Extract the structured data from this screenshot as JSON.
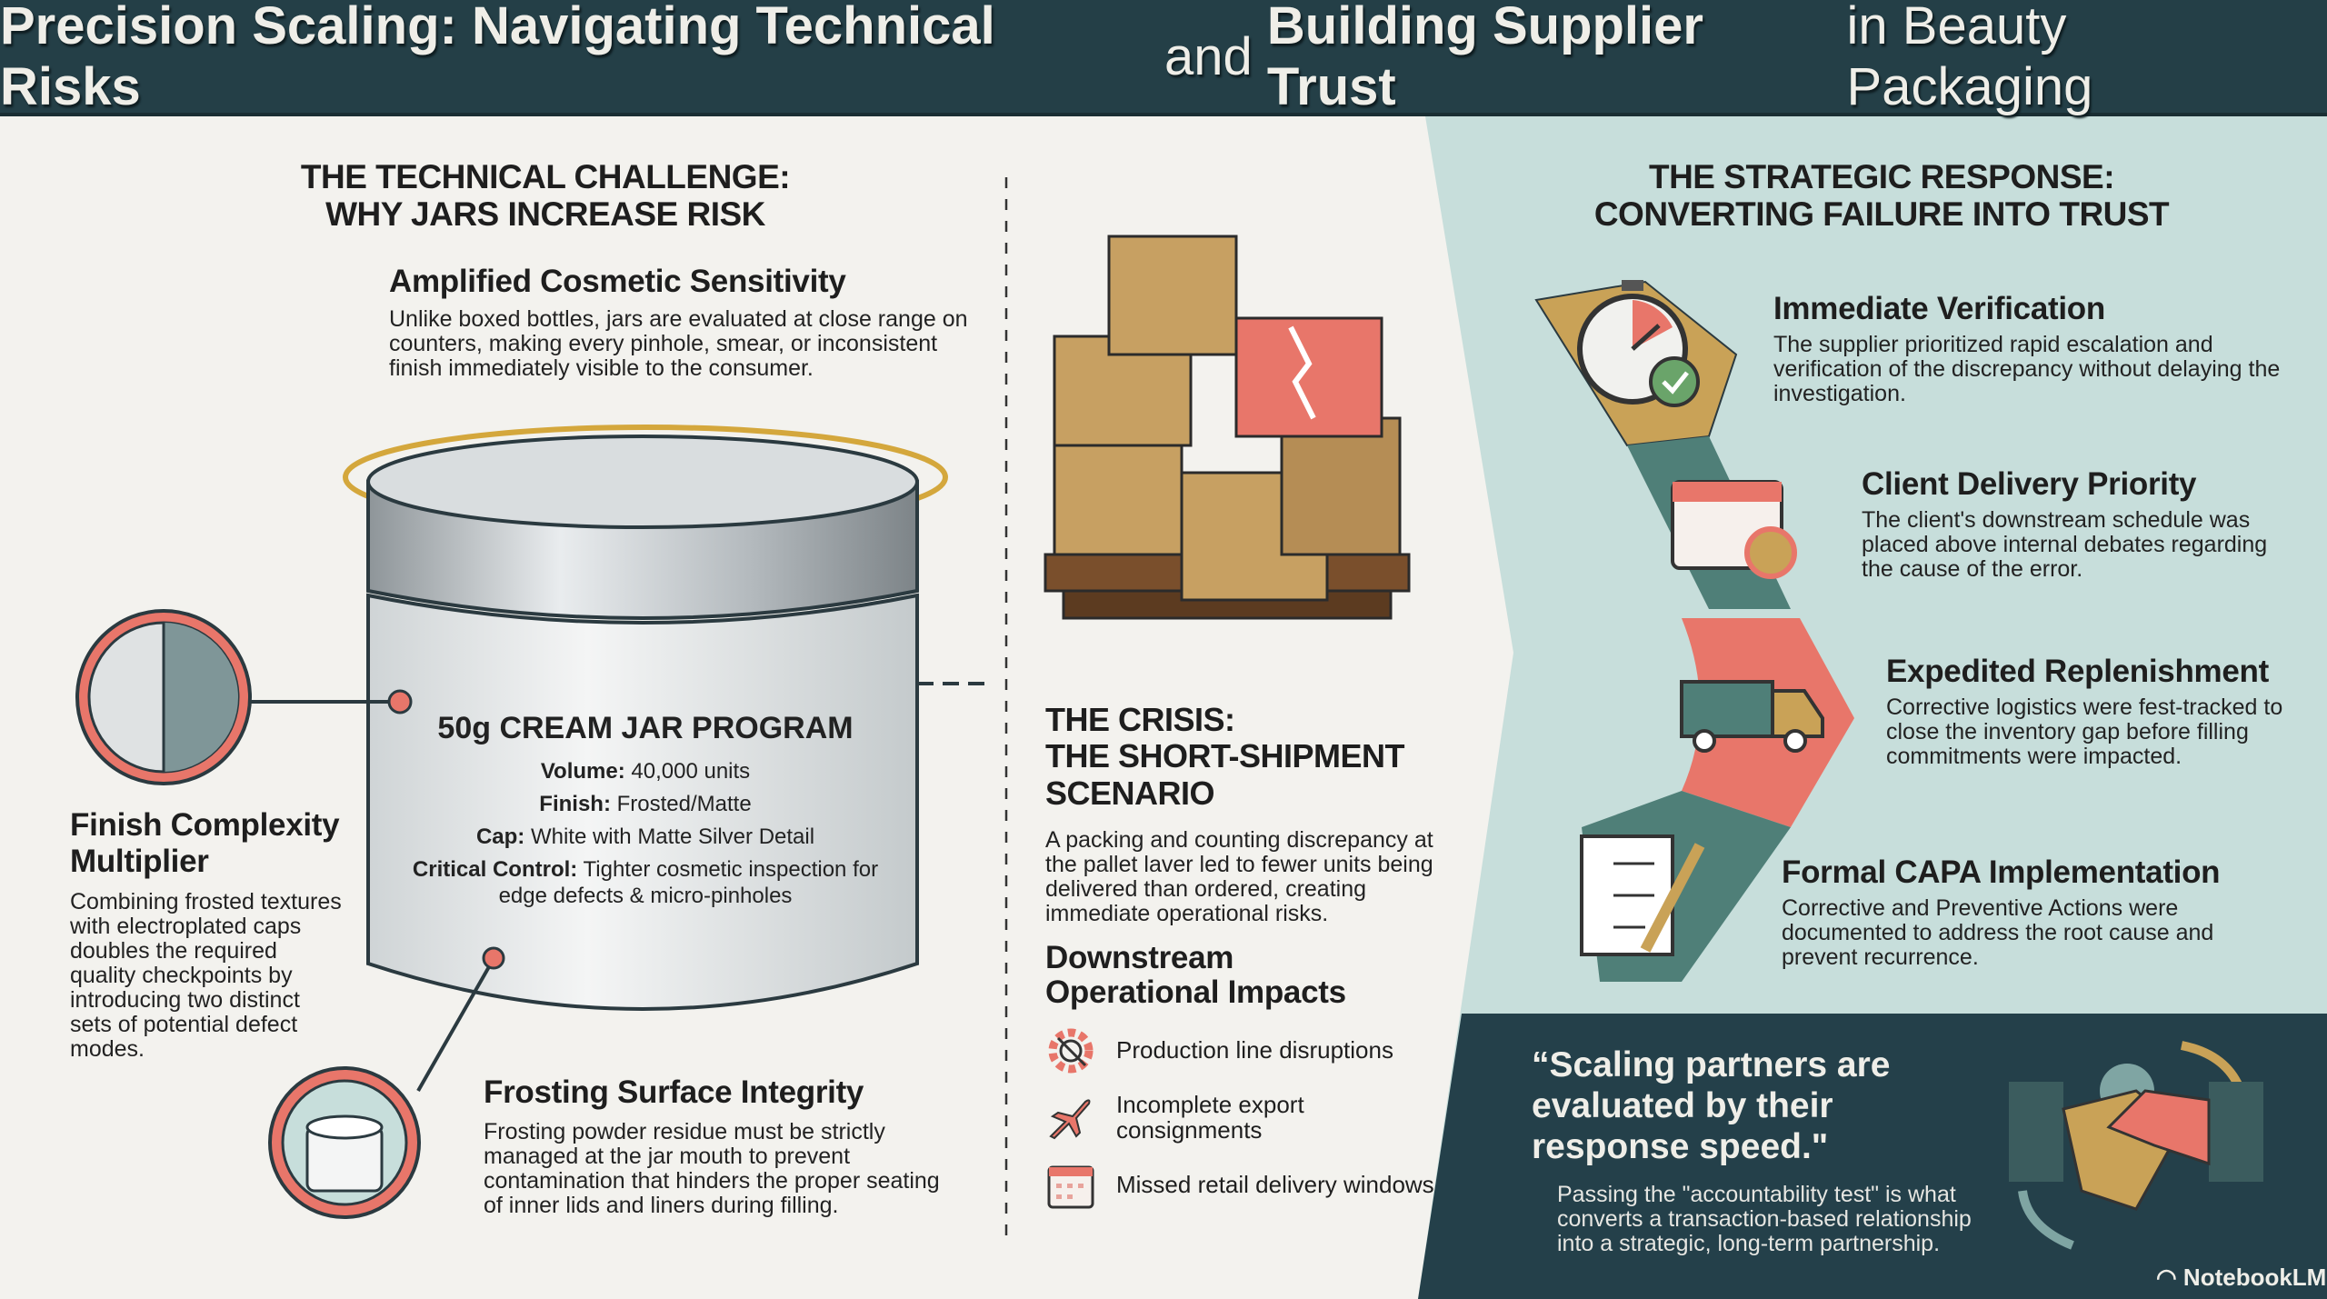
{
  "header": {
    "title_parts": [
      {
        "text": "Precision Scaling: Navigating Technical Risks",
        "bold": true
      },
      {
        "text": " and ",
        "bold": false
      },
      {
        "text": "Building Supplier Trust",
        "bold": true
      },
      {
        "text": " in Beauty Packaging",
        "bold": false
      }
    ]
  },
  "technical": {
    "heading_line1": "THE TECHNICAL CHALLENGE:",
    "heading_line2": "WHY JARS INCREASE RISK",
    "amplified": {
      "title": "Amplified Cosmetic Sensitivity",
      "body": "Unlike boxed bottles, jars are evaluated at close range on counters, making every pinhole, smear, or inconsistent finish immediately visible to the consumer."
    },
    "finish": {
      "title": "Finish Complexity Multiplier",
      "body": "Combining frosted textures with electroplated caps doubles the required quality checkpoints by introducing two distinct sets of potential defect modes."
    },
    "frosting": {
      "title": "Frosting Surface Integrity",
      "body": "Frosting powder residue must be strictly managed at the jar mouth to prevent contamination that hinders the proper seating of inner lids and liners during filling."
    },
    "jar_label": {
      "title": "50g CREAM JAR PROGRAM",
      "volume_label": "Volume:",
      "volume_value": "40,000 units",
      "finish_label": "Finish:",
      "finish_value": "Frosted/Matte",
      "cap_label": "Cap:",
      "cap_value": "White with Matte Silver Detail",
      "control_label": "Critical Control:",
      "control_value": "Tighter cosmetic inspection for edge defects & micro-pinholes"
    }
  },
  "crisis": {
    "heading_line1": "THE CRISIS:",
    "heading_line2": "THE SHORT-SHIPMENT",
    "heading_line3": "SCENARIO",
    "body": "A packing and counting discrepancy at the pallet laver led to fewer units being delivered than ordered, creating immediate operational risks.",
    "impacts_title_line1": "Downstream",
    "impacts_title_line2": "Operational Impacts",
    "impacts": [
      {
        "icon": "broken-gear-icon",
        "label": "Production line disruptions"
      },
      {
        "icon": "airplane-icon",
        "label": "Incomplete export consignments"
      },
      {
        "icon": "calendar-icon",
        "label": "Missed retail delivery windows"
      }
    ]
  },
  "response": {
    "heading_line1": "THE STRATEGIC RESPONSE:",
    "heading_line2": "CONVERTING FAILURE INTO TRUST",
    "steps": [
      {
        "icon": "stopwatch-icon",
        "title": "Immediate Verification",
        "body": "The supplier prioritized rapid escalation and verification of the discrepancy without delaying the investigation."
      },
      {
        "icon": "calendar-check-icon",
        "title": "Client Delivery Priority",
        "body": "The client's downstream schedule was placed above internal debates regarding the cause of the error."
      },
      {
        "icon": "delivery-truck-icon",
        "title": "Expedited Replenishment",
        "body": "Corrective logistics were fest-tracked to close the inventory gap before filling commitments were impacted."
      },
      {
        "icon": "checklist-document-icon",
        "title": "Formal CAPA Implementation",
        "body": "Corrective and Preventive Actions were documented to address the root cause and prevent recurrence."
      }
    ]
  },
  "quote": {
    "text": "“Scaling partners are evaluated by their response speed.\"",
    "body": "Passing the \"accountability test\" is what converts a transaction-based relationship into a strategic, long-term partnership."
  },
  "brand": {
    "name": "NotebookLM"
  },
  "colors": {
    "header": "#243f47",
    "teal_panel": "#c7dedb",
    "dark_panel": "#24404a",
    "coral": "#e8766a",
    "gold": "#c9a257",
    "teal": "#4f7f78"
  }
}
